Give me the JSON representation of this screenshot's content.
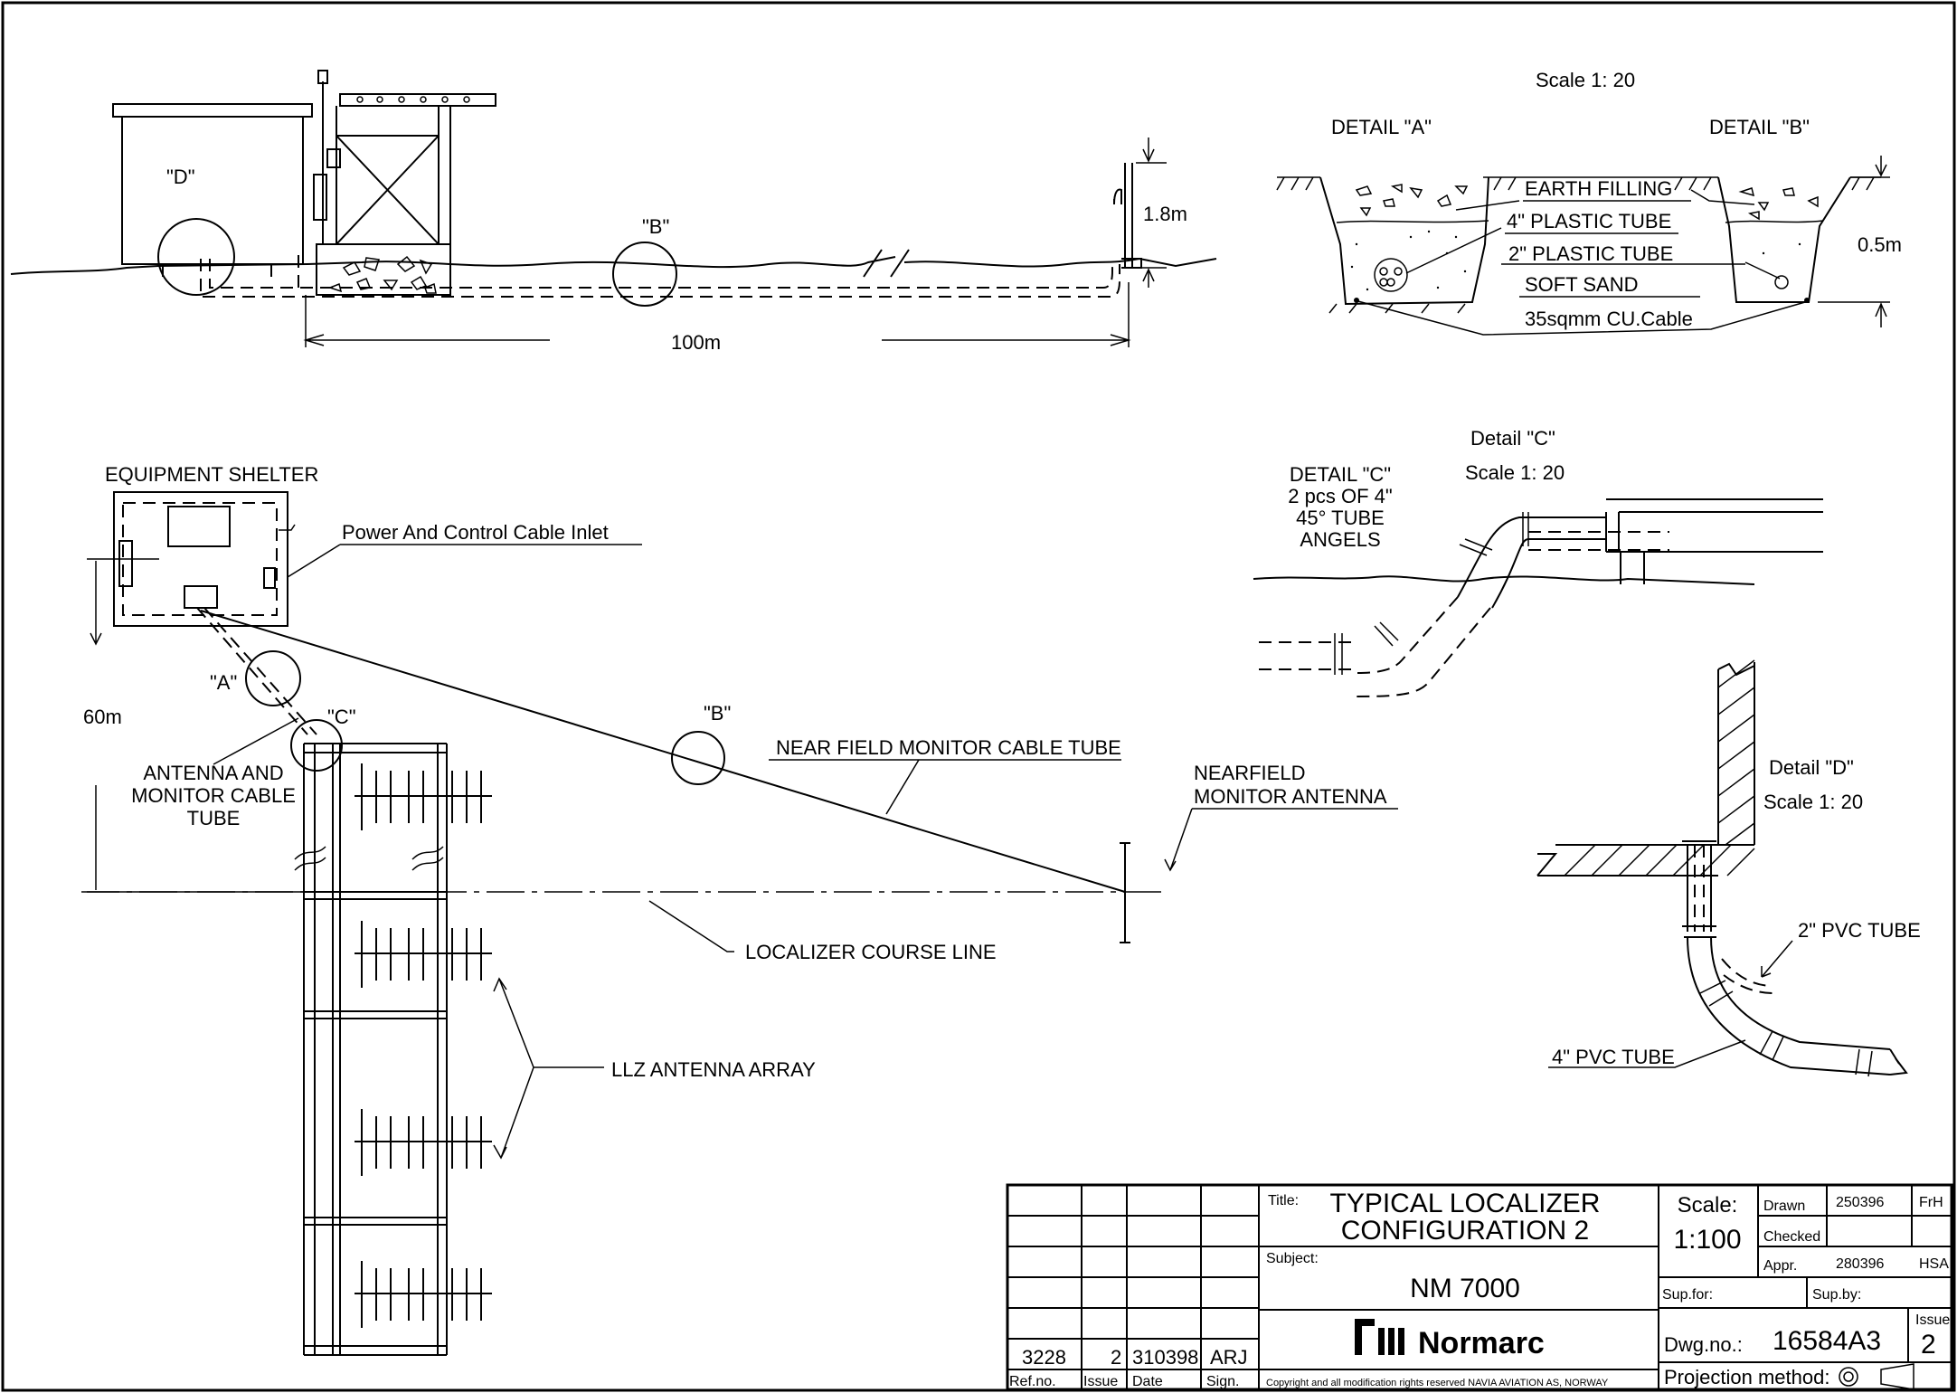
{
  "elevation": {
    "label_d": "\"D\"",
    "label_b": "\"B\"",
    "height": "1.8m",
    "distance": "100m"
  },
  "details_ab": {
    "scale": "Scale 1: 20",
    "detail_a": "DETAIL \"A\"",
    "detail_b": "DETAIL \"B\"",
    "earth_filling": "EARTH FILLING",
    "plastic_tube_4": "4\" PLASTIC TUBE",
    "plastic_tube_2": "2\" PLASTIC TUBE",
    "soft_sand": "SOFT SAND",
    "cable": "35sqmm CU.Cable",
    "depth": "0.5m"
  },
  "detail_c": {
    "title": "Detail \"C\"",
    "scale": "Scale 1: 20",
    "note_lines": [
      "DETAIL \"C\"",
      "2 pcs OF 4\"",
      "45° TUBE",
      "ANGELS"
    ]
  },
  "detail_d": {
    "title": "Detail \"D\"",
    "scale": "Scale 1: 20",
    "pvc_2": "2\" PVC TUBE",
    "pvc_4": "4\" PVC TUBE"
  },
  "plan": {
    "equipment_shelter": "EQUIPMENT SHELTER",
    "cable_inlet": "Power And Control Cable Inlet",
    "label_a": "\"A\"",
    "label_c": "\"C\"",
    "label_b": "\"B\"",
    "distance": "60m",
    "antenna_cable_tube": [
      "ANTENNA AND",
      "MONITOR CABLE",
      "TUBE"
    ],
    "near_field_tube": "NEAR FIELD MONITOR CABLE TUBE",
    "nearfield_antenna": [
      "NEARFIELD",
      "MONITOR ANTENNA"
    ],
    "course_line": "LOCALIZER COURSE LINE",
    "antenna_array": "LLZ ANTENNA ARRAY"
  },
  "title_block": {
    "revision": {
      "ref_no": "3228",
      "issue": "2",
      "date": "310398",
      "sign": "ARJ"
    },
    "headers": {
      "ref_no": "Ref.no.",
      "issue": "Issue",
      "date": "Date",
      "sign": "Sign."
    },
    "title_label": "Title:",
    "title_lines": [
      "TYPICAL LOCALIZER",
      "CONFIGURATION 2"
    ],
    "subject_label": "Subject:",
    "subject": "NM 7000",
    "company": "Normarc",
    "copyright": "Copyright and all modification rights reserved NAVIA AVIATION AS, NORWAY",
    "scale_label": "Scale:",
    "scale": "1:100",
    "drawn_label": "Drawn",
    "drawn_date": "250396",
    "drawn_sign": "FrH",
    "checked_label": "Checked",
    "appr_label": "Appr.",
    "appr_date": "280396",
    "appr_sign": "HSA",
    "sup_for": "Sup.for:",
    "sup_by": "Sup.by:",
    "dwg_label": "Dwg.no.:",
    "dwg_no": "16584A3",
    "issue_label": "Issue",
    "issue": "2",
    "projection": "Projection method:"
  }
}
